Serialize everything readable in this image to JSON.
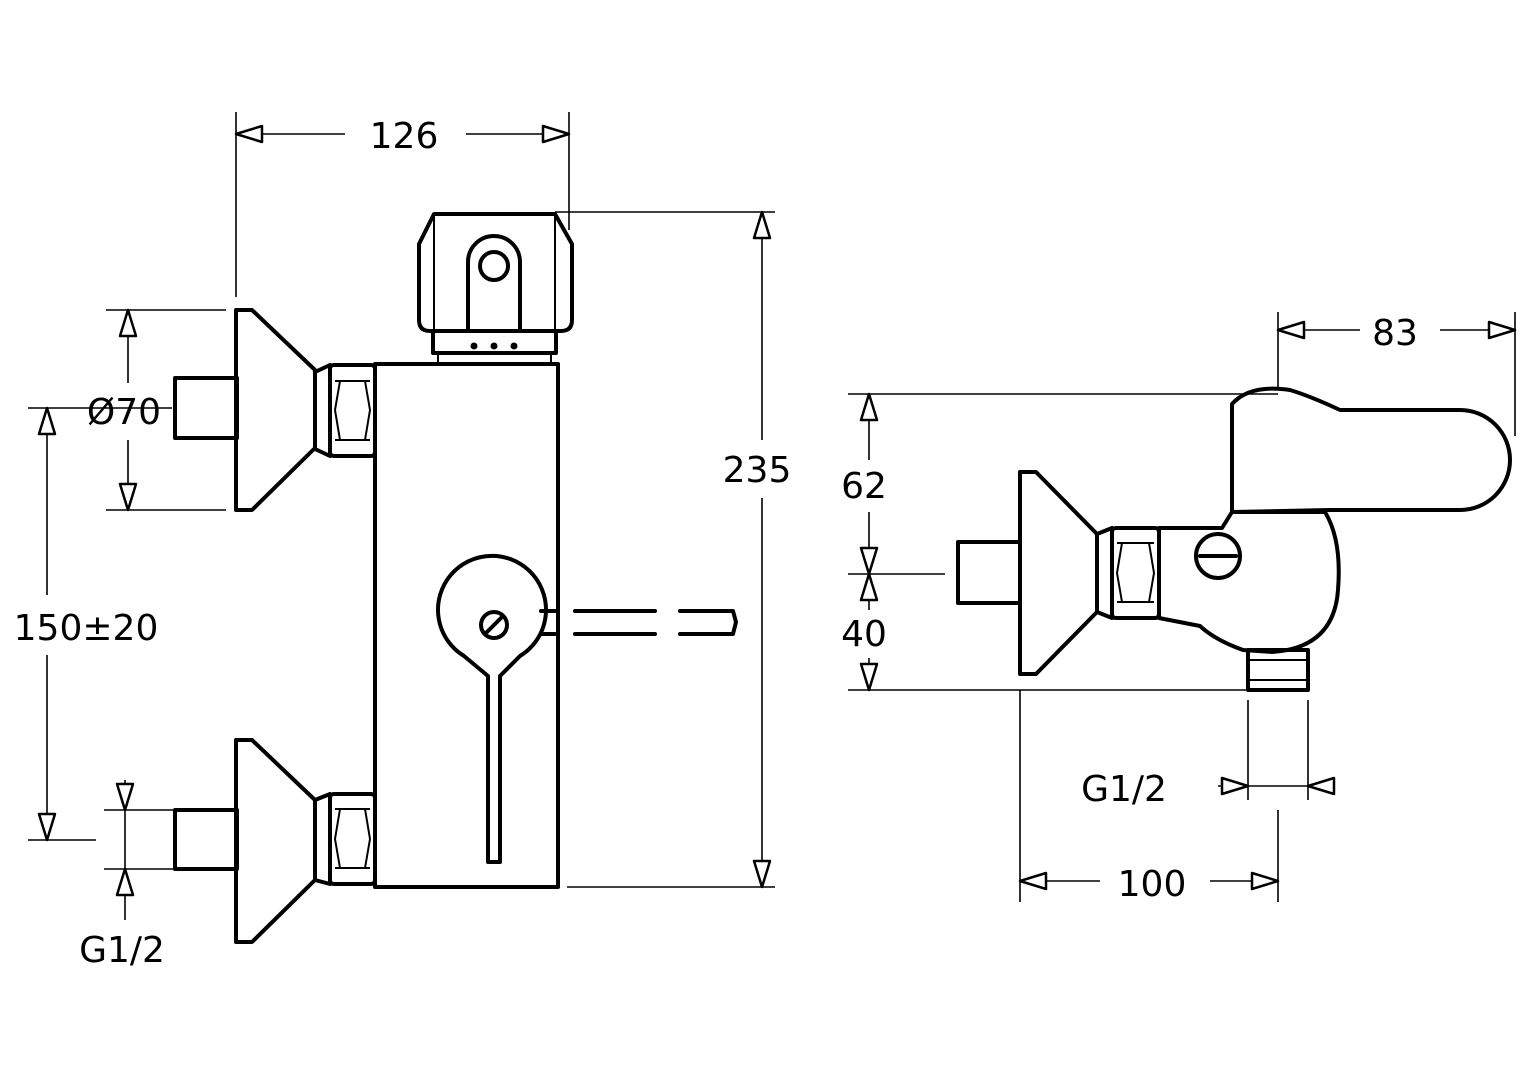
{
  "dimensions": {
    "front_width": "126",
    "front_height": "235",
    "escutcheon_diameter": "Ø70",
    "inlet_spacing": "150±20",
    "inlet_thread_front": "G1/2",
    "side_depth_top": "83",
    "side_height_upper": "62",
    "side_height_lower": "40",
    "outlet_thread_side": "G1/2",
    "side_projection": "100"
  },
  "colors": {
    "line": "#000000",
    "background": "#ffffff"
  }
}
